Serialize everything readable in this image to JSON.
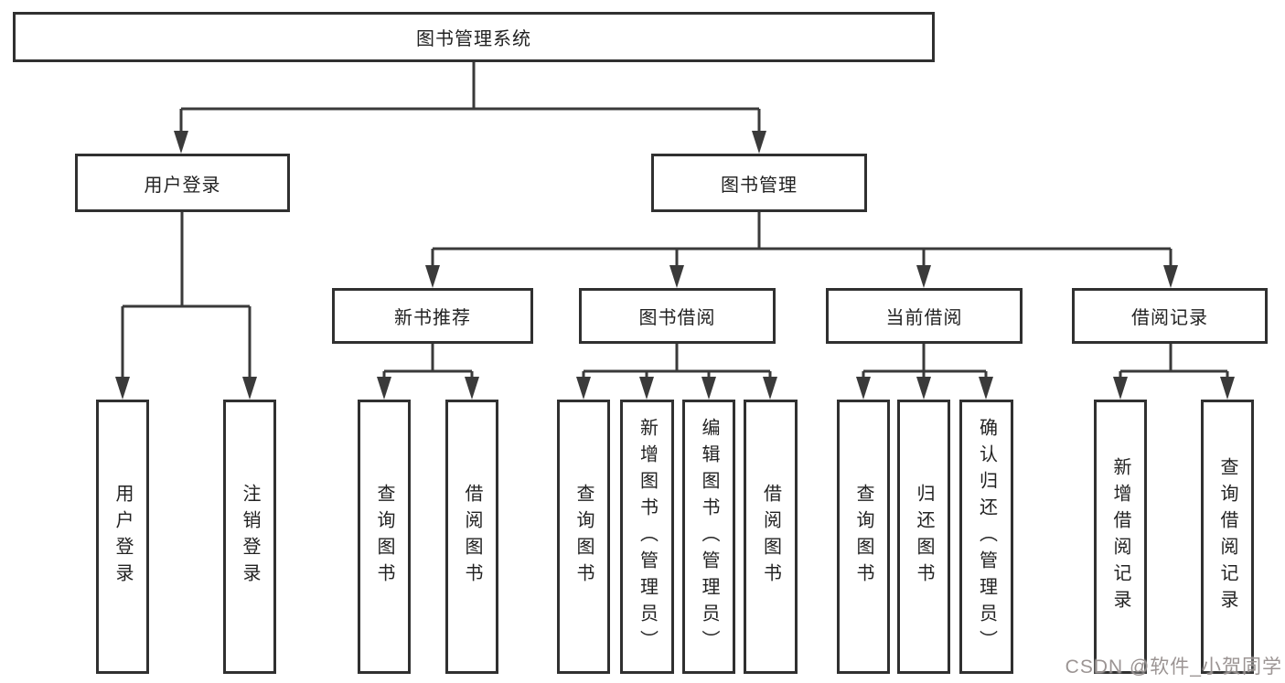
{
  "tree": {
    "root": "图书管理系统",
    "branches": [
      {
        "label": "用户登录",
        "children": [
          "用户登录",
          "注销登录"
        ]
      },
      {
        "label": "图书管理",
        "groups": [
          {
            "label": "新书推荐",
            "children": [
              "查询图书",
              "借阅图书"
            ]
          },
          {
            "label": "图书借阅",
            "children": [
              "查询图书",
              "新增图书（管理员）",
              "编辑图书（管理员）",
              "借阅图书"
            ]
          },
          {
            "label": "当前借阅",
            "children": [
              "查询图书",
              "归还图书",
              "确认归还（管理员）"
            ]
          },
          {
            "label": "借阅记录",
            "children": [
              "新增借阅记录",
              "查询借阅记录"
            ]
          }
        ]
      }
    ]
  },
  "watermark": "CSDN @软件_小贺同学",
  "colors": {
    "line": "#3a3a3a",
    "box_border": "#303030",
    "text": "#222222",
    "watermark": "#968e8d",
    "background": "#ffffff"
  }
}
